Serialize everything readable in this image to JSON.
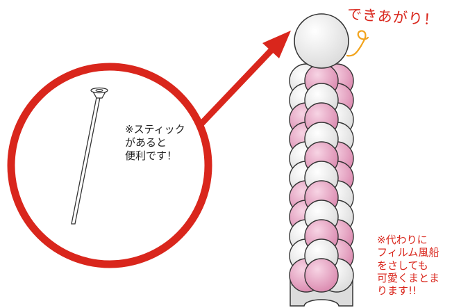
{
  "labels": {
    "done": "できあがり！",
    "stick_note": "※スティック\nがあると\n便利です！",
    "alternative_note": "※代わりに\nフィルム風船\nをさしても\n可愛くまとま\nります!!"
  },
  "colors": {
    "accent_red": "#d9261c",
    "balloon_white": "#eeeeee",
    "balloon_pink": "#e7a3c2",
    "outline": "#333333",
    "curl": "#f2a31b"
  }
}
